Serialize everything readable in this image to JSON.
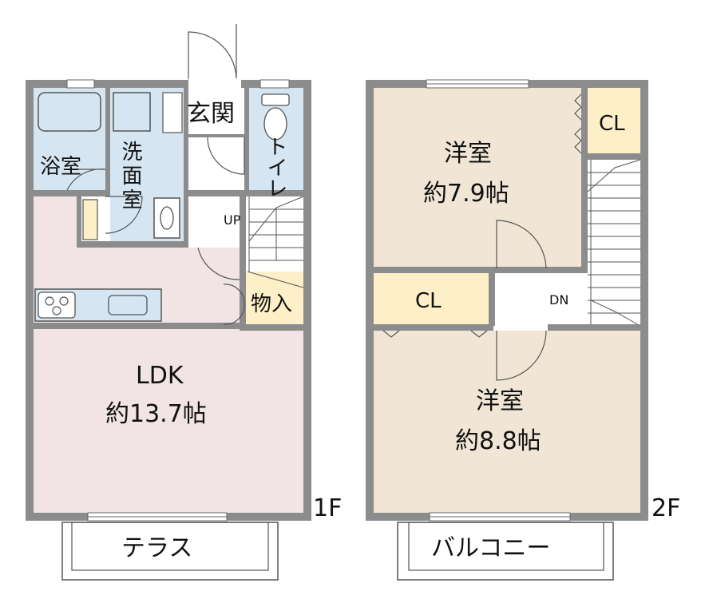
{
  "floors": {
    "first": {
      "floor_label": "1F",
      "rooms": {
        "bath": "浴室",
        "washroom": "洗面室",
        "entrance": "玄関",
        "toilet": "トイレ",
        "storage": "物入",
        "ldk_name": "LDK",
        "ldk_size": "約13.7帖"
      },
      "stair_label": "UP",
      "terrace": "テラス"
    },
    "second": {
      "floor_label": "2F",
      "rooms": {
        "western_top_name": "洋室",
        "western_top_size": "約7.9帖",
        "western_bottom_name": "洋室",
        "western_bottom_size": "約8.8帖",
        "closet_top": "CL",
        "closet_mid": "CL"
      },
      "stair_label": "DN",
      "balcony": "バルコニー"
    }
  },
  "colors": {
    "wall": "#8c8c8c",
    "ldk": "#f2e4e4",
    "wet_area": "#d5e6f2",
    "western_room": "#f1e6d6",
    "closet": "#fdefc8",
    "outline": "#555555"
  }
}
